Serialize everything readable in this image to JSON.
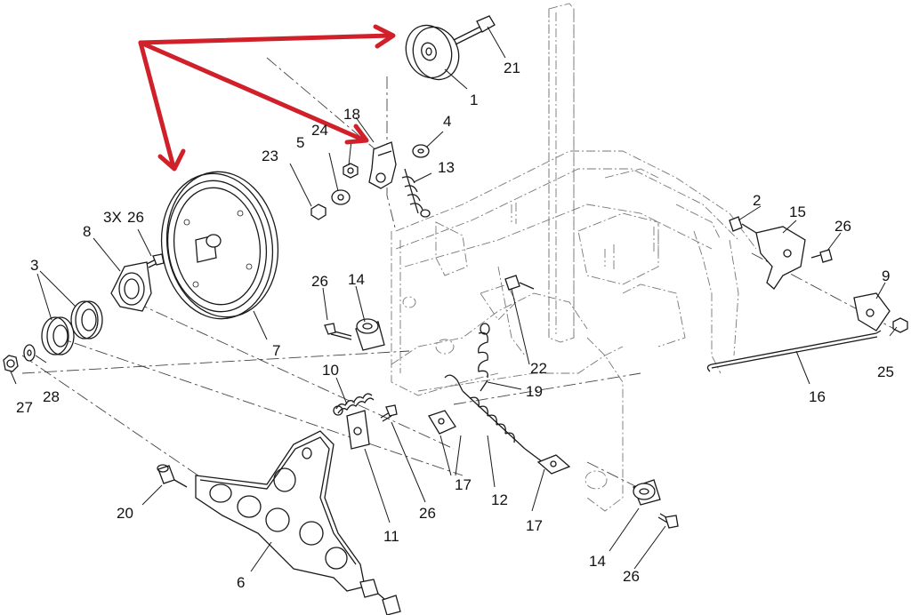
{
  "diagram": {
    "type": "exploded-parts-diagram",
    "callouts": {
      "c1": "1",
      "c2": "2",
      "c3": "3",
      "c3x": "3X",
      "c4": "4",
      "c5": "5",
      "c6": "6",
      "c7": "7",
      "c8": "8",
      "c9": "9",
      "c10": "10",
      "c11": "11",
      "c12": "12",
      "c13": "13",
      "c14a": "14",
      "c14b": "14",
      "c15": "15",
      "c16": "16",
      "c17a": "17",
      "c17b": "17",
      "c18": "18",
      "c19": "19",
      "c20": "20",
      "c21": "21",
      "c22": "22",
      "c23": "23",
      "c24": "24",
      "c25": "25",
      "c26a": "26",
      "c26b": "26",
      "c26c": "26",
      "c26d": "26",
      "c26e": "26",
      "c27": "27",
      "c28": "28"
    },
    "colors": {
      "line": "#1a1a1a",
      "highlight_arrow": "#d0202a",
      "background": "#ffffff"
    }
  }
}
